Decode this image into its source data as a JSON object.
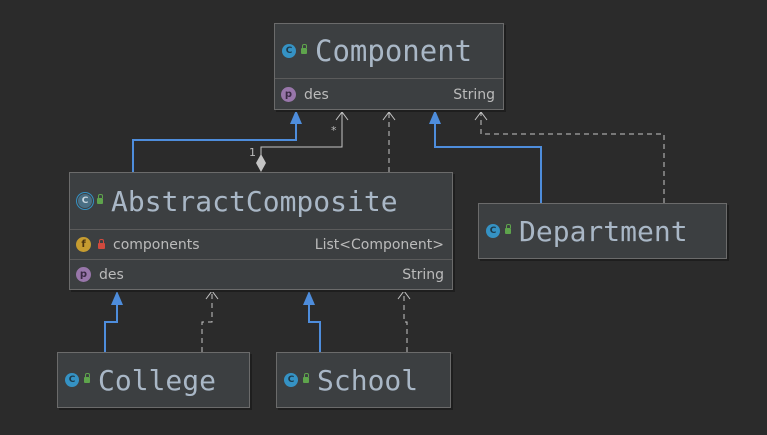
{
  "component": {
    "icon": "class-icon-c",
    "name": "Component",
    "fields": [
      {
        "icon": "p",
        "name": "des",
        "type": "String"
      }
    ]
  },
  "abstract_composite": {
    "icon": "abstract-class-icon-c",
    "name": "AbstractComposite",
    "fields": [
      {
        "icon": "f",
        "name": "components",
        "type": "List<Component>"
      },
      {
        "icon": "p",
        "name": "des",
        "type": "String"
      }
    ]
  },
  "department": {
    "icon": "class-icon-c",
    "name": "Department"
  },
  "college": {
    "icon": "class-icon-c",
    "name": "College"
  },
  "school": {
    "icon": "class-icon-c",
    "name": "School"
  },
  "aggregation": {
    "whole_multiplicity": "1",
    "part_multiplicity": "*"
  },
  "colors": {
    "background": "#2b2b2b",
    "node_fill": "#3c3f41",
    "node_text": "#a9b7c6",
    "inheritance_edge": "#4e8ddc",
    "dependency_edge": "#c4c4c4"
  }
}
